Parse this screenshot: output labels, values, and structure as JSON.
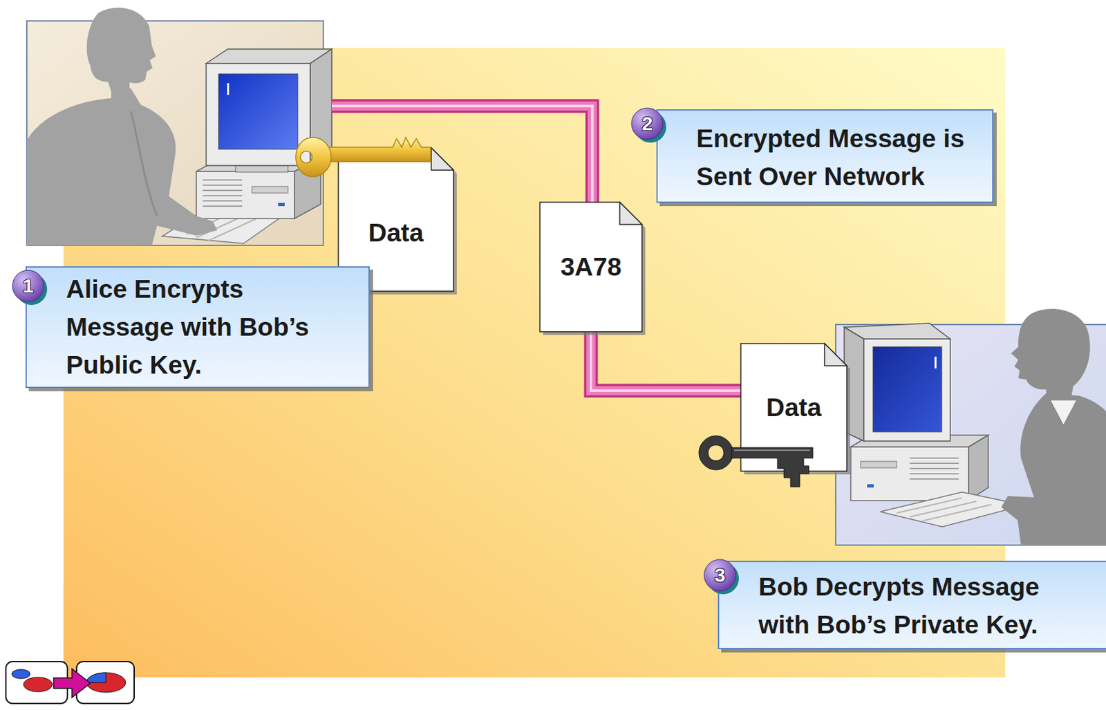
{
  "diagram": {
    "nodes": [
      {
        "text": [
          "Data"
        ]
      },
      {
        "text": [
          "Alice Encrypts Message with Bob’s Public Key."
        ]
      },
      {
        "text": [
          "Encrypted Message is Sent Over Network"
        ]
      },
      {
        "text": [
          "3A78"
        ]
      },
      {
        "text": [
          "Data"
        ]
      },
      {
        "text": [
          "Bob Decrypts Message with Bob’s Private Key."
        ]
      }
    ],
    "edges": [
      {
        "from": 3,
        "to": 4,
        "arrow": "none"
      }
    ],
    "labels": [
      "1",
      "2",
      "3"
    ]
  }
}
